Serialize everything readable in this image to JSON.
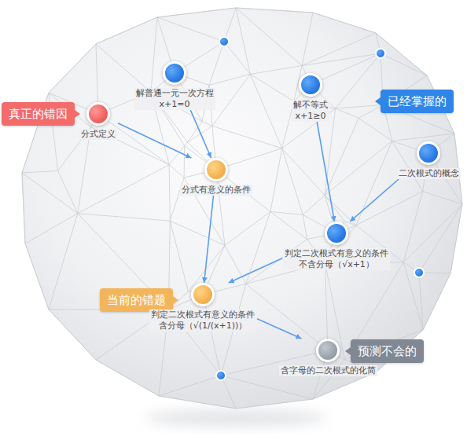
{
  "diagram": {
    "nodes": [
      {
        "text": [
          "解普通一元一次方程 x+1=0"
        ]
      },
      {
        "text": [
          "解不等式 x+1≥0"
        ]
      },
      {
        "text": [
          "真正的错因"
        ]
      },
      {
        "text": [
          "分式定义"
        ]
      },
      {
        "text": [
          "已经掌握的"
        ]
      },
      {
        "text": [
          "二次根式的概念"
        ]
      },
      {
        "text": [
          "分式有意义的条件"
        ]
      },
      {
        "text": [
          "判定二次根式有意义的条件 不含分母（√x+1）"
        ]
      },
      {
        "text": [
          "当前的错题"
        ]
      },
      {
        "text": [
          "判定二次根式有意义的条件 含分母（√(1/(x+1))）"
        ]
      },
      {
        "text": [
          "预测不会的"
        ]
      },
      {
        "text": [
          "含字母的二次根式的化简"
        ]
      }
    ],
    "edges": [
      {
        "from": 3,
        "to": 6,
        "arrow": "to"
      },
      {
        "from": 0,
        "to": 6,
        "arrow": "to"
      },
      {
        "from": 1,
        "to": 7,
        "arrow": "to"
      },
      {
        "from": 5,
        "to": 7,
        "arrow": "to"
      },
      {
        "from": 6,
        "to": 9,
        "arrow": "to"
      },
      {
        "from": 7,
        "to": 9,
        "arrow": "to"
      },
      {
        "from": 9,
        "to": 11,
        "arrow": "to"
      }
    ]
  }
}
